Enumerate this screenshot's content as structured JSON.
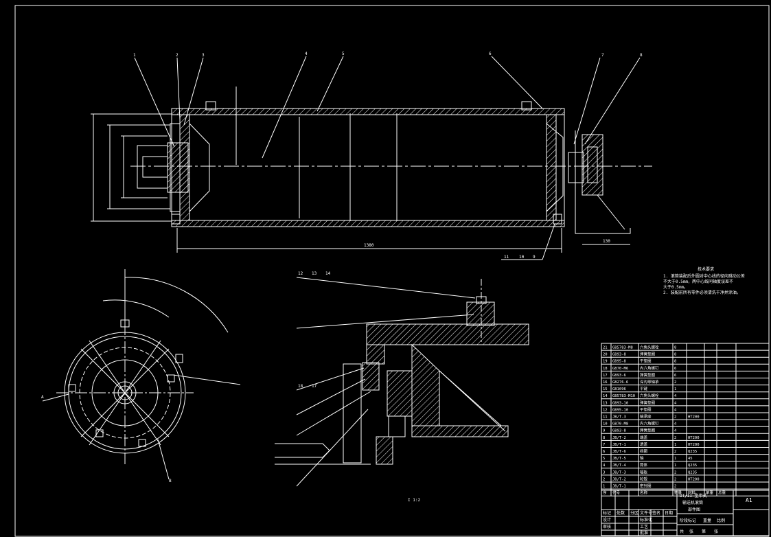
{
  "colors": {
    "background": "#000000",
    "line": "#ffffff",
    "centerline": "#ffffff",
    "hatch": "#ffffff"
  },
  "top_view": {
    "callouts": [
      "1",
      "2",
      "3",
      "4",
      "5",
      "6",
      "7",
      "8"
    ],
    "bottom_callouts": [
      "11",
      "10",
      "9"
    ],
    "overall_length": "1380",
    "right_dim": "130"
  },
  "side_view": {
    "label_left": "A",
    "label_bottom": "B"
  },
  "detail": {
    "callouts_top": [
      "12",
      "13",
      "14"
    ],
    "callouts_left": [
      "18",
      "17"
    ],
    "scale_text": "I 1:2"
  },
  "notes": {
    "title": "技术要求",
    "lines": [
      "1. 滚筒装配后外圆对中心线的径向跳动公差",
      "   不大于0.5mm，两中心线同轴度误差不",
      "   大于0.5mm。",
      "2. 装配前所有零件必须清洗干净并涂油。"
    ]
  },
  "parts_table": {
    "rows": [
      [
        "21",
        "GB5783-M8",
        "六角头螺栓",
        "8",
        "",
        "",
        ""
      ],
      [
        "20",
        "GB93-8",
        "弹簧垫圈",
        "8",
        "",
        "",
        ""
      ],
      [
        "19",
        "GB95-8",
        "平垫圈",
        "8",
        "",
        "",
        ""
      ],
      [
        "18",
        "GB70-M6",
        "内六角螺钉",
        "6",
        "",
        "",
        ""
      ],
      [
        "17",
        "GB93-6",
        "弹簧垫圈",
        "6",
        "",
        "",
        ""
      ],
      [
        "16",
        "GB276-6",
        "深沟球轴承",
        "2",
        "",
        "",
        ""
      ],
      [
        "15",
        "GB1096",
        "平键",
        "1",
        "",
        "",
        ""
      ],
      [
        "14",
        "GB5783-M10",
        "六角头螺栓",
        "4",
        "",
        "",
        ""
      ],
      [
        "13",
        "GB93-10",
        "弹簧垫圈",
        "4",
        "",
        "",
        ""
      ],
      [
        "12",
        "GB95-10",
        "平垫圈",
        "4",
        "",
        "",
        ""
      ],
      [
        "11",
        "JB/T-3",
        "轴承座",
        "2",
        "HT200",
        "",
        ""
      ],
      [
        "10",
        "GB70-M8",
        "内六角螺钉",
        "4",
        "",
        "",
        ""
      ],
      [
        "9",
        "GB93-8",
        "弹簧垫圈",
        "4",
        "",
        "",
        ""
      ],
      [
        "8",
        "JB/T-2",
        "端盖",
        "2",
        "HT200",
        "",
        ""
      ],
      [
        "7",
        "JB/T-1",
        "透盖",
        "1",
        "HT200",
        "",
        ""
      ],
      [
        "6",
        "JB/T-6",
        "挡圈",
        "2",
        "Q235",
        "",
        ""
      ],
      [
        "5",
        "JB/T-5",
        "轴",
        "1",
        "45",
        "",
        ""
      ],
      [
        "4",
        "JB/T-4",
        "筒体",
        "1",
        "Q235",
        "",
        ""
      ],
      [
        "3",
        "JB/T-3",
        "辐板",
        "2",
        "Q235",
        "",
        ""
      ],
      [
        "2",
        "JB/T-2",
        "轮毂",
        "2",
        "HT200",
        "",
        ""
      ],
      [
        "1",
        "JB/T-1",
        "密封圈",
        "2",
        "",
        "",
        ""
      ]
    ],
    "header": [
      "序",
      "代号",
      "名称",
      "数量",
      "材料",
      "单重",
      "总重"
    ],
    "title_main": "DT/II 型带式",
    "title_sub": "输送机滚筒",
    "title_sub2": "部件图",
    "sheet_code": "A1",
    "labels": [
      "标记",
      "处数",
      "分区",
      "文件号",
      "签名",
      "日期",
      "设计",
      "标准化",
      "审核",
      "工艺",
      "批准",
      "阶段标记",
      "重量",
      "比例",
      "共",
      "张",
      "第",
      "张"
    ]
  }
}
